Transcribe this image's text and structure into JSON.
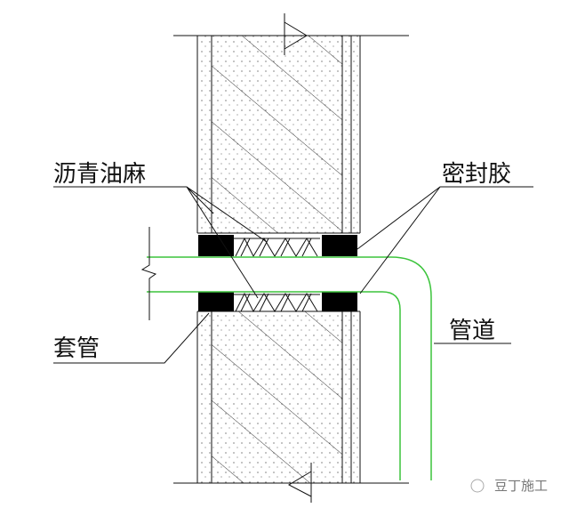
{
  "labels": {
    "asphalt_hemp": "沥青油麻",
    "sealant": "密封胶",
    "sleeve": "套管",
    "pipe": "管道"
  },
  "watermark": "豆丁施工",
  "colors": {
    "pipe": "#3cc43c",
    "line": "#111111",
    "sealant": "#000000"
  }
}
